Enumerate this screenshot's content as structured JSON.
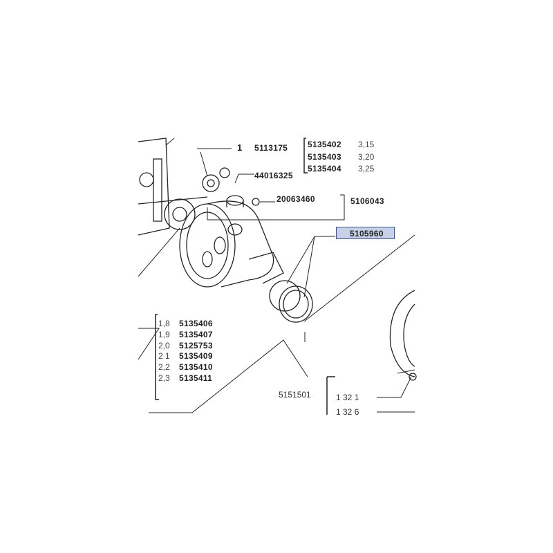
{
  "callouts": {
    "ref_number": "1",
    "gear_kit": "5113175",
    "washer": "44016325",
    "plug": "20063460",
    "housing": "5106043",
    "bearing_selected": "5105960",
    "shim_group": "5151501",
    "bolt_a": "1 32 1",
    "bolt_b": "1 32 6"
  },
  "shims_top": [
    {
      "part": "5135402",
      "size": "3,15"
    },
    {
      "part": "5135403",
      "size": "3,20"
    },
    {
      "part": "5135404",
      "size": "3,25"
    }
  ],
  "shims_left": [
    {
      "size": "1,8",
      "part": "5135406"
    },
    {
      "size": "1,9",
      "part": "5135407"
    },
    {
      "size": "2,0",
      "part": "5125753"
    },
    {
      "size": "2 1",
      "part": "5135409"
    },
    {
      "size": "2,2",
      "part": "5135410"
    },
    {
      "size": "2,3",
      "part": "5135411"
    }
  ],
  "colors": {
    "highlight": "#c6d0e6",
    "highlight_border": "#3b4f86",
    "ink": "#222222"
  }
}
